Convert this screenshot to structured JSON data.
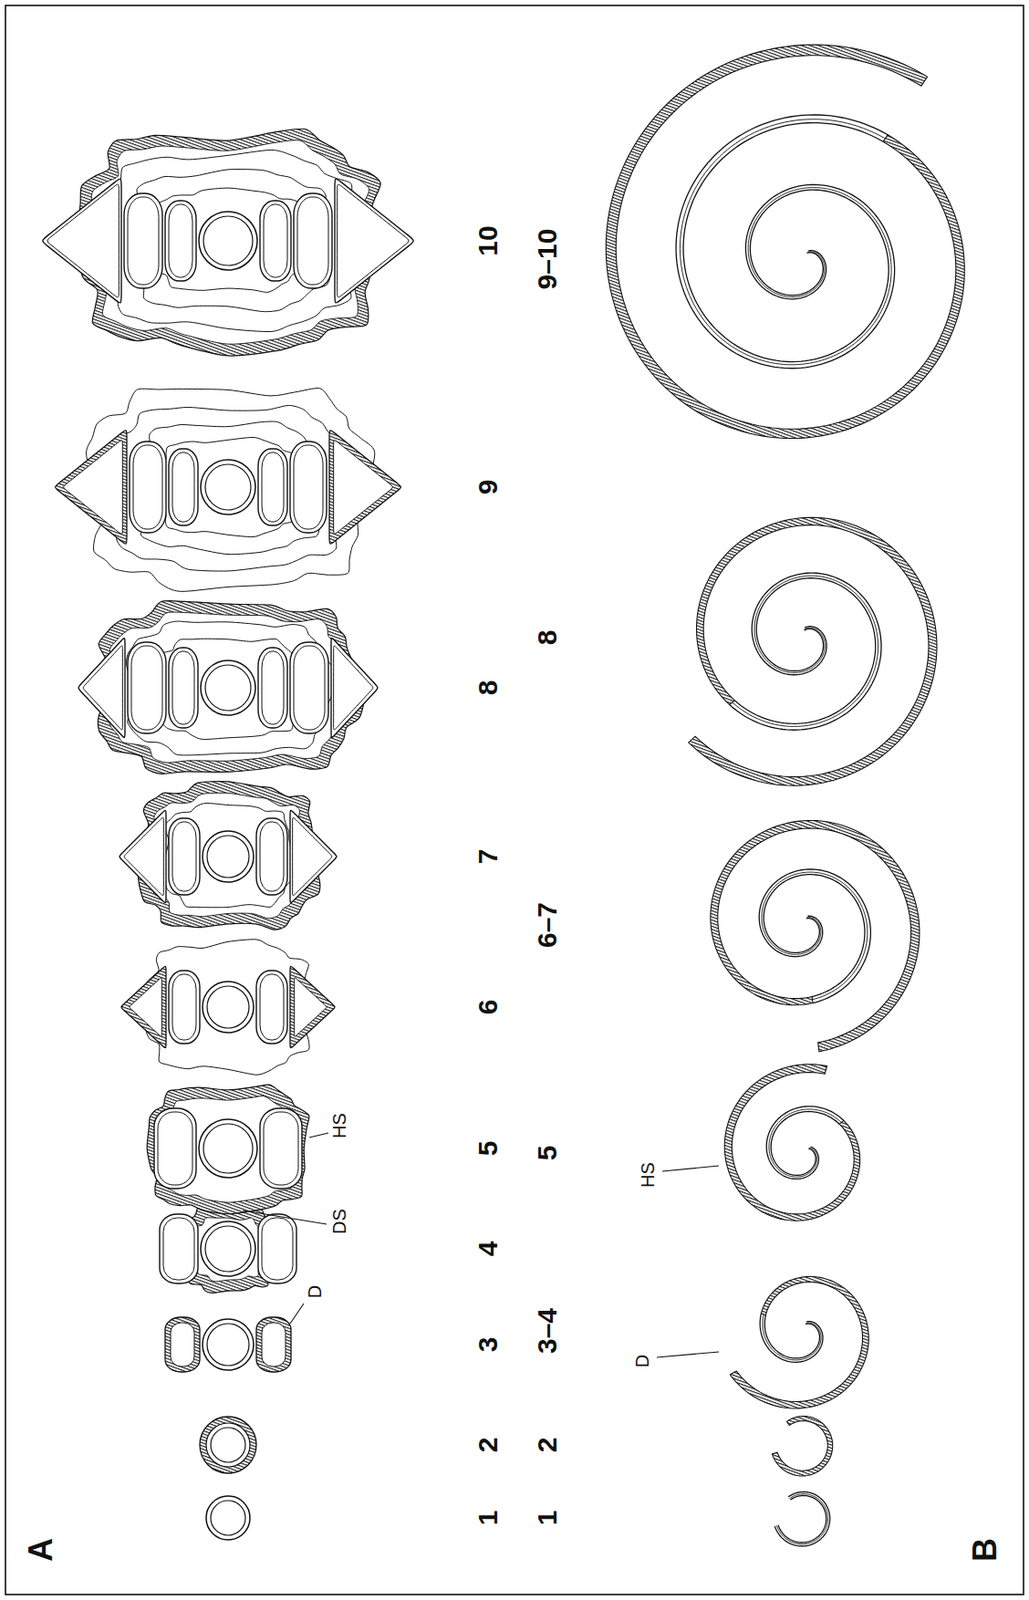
{
  "diagram": {
    "labels": [
      "A",
      "1",
      "2",
      "3",
      "4",
      "5",
      "6",
      "7",
      "8",
      "9",
      "10",
      "D",
      "DS",
      "HS",
      "B",
      "1",
      "2",
      "3–4",
      "5",
      "6–7",
      "8",
      "9–10",
      "D",
      "HS"
    ]
  }
}
